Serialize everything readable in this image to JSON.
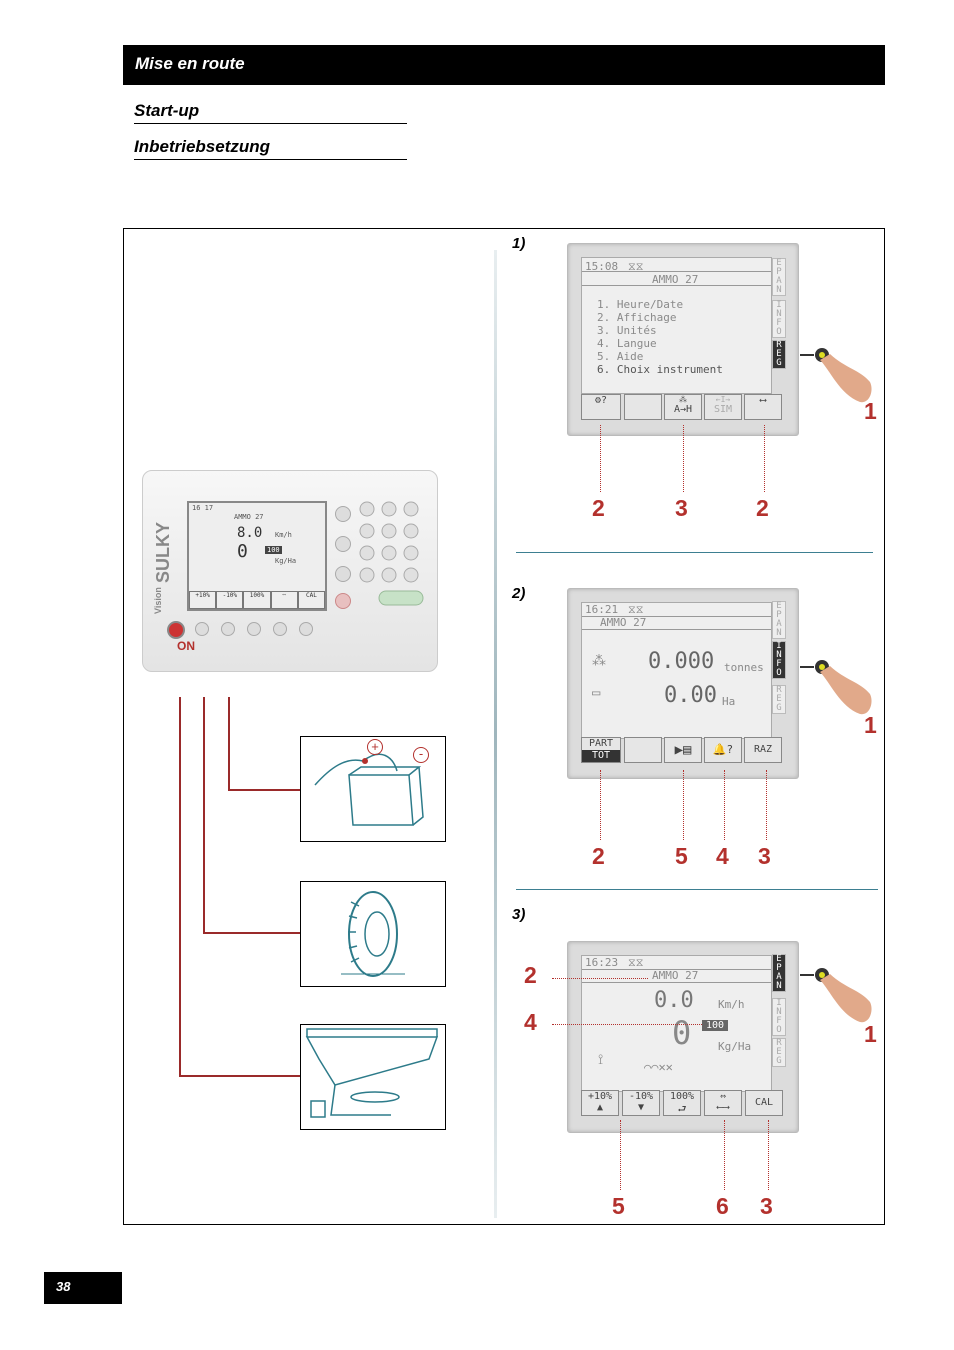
{
  "header": {
    "title": "Mise en route"
  },
  "subtitles": [
    "Start-up",
    "Inbetriebsetzung"
  ],
  "page_number": "38",
  "device": {
    "brand": "SULKY",
    "model": "Vision",
    "power_label": "ON",
    "screen": {
      "time": "16 17",
      "product": "AMMO 27",
      "speed": "8.0",
      "speed_unit": "Km/h",
      "rate": "0",
      "rate_set": "100",
      "rate_unit": "Kg/Ha",
      "softkeys": [
        "+10%",
        "-10%",
        "100%",
        "",
        "CAL"
      ]
    }
  },
  "steps": [
    {
      "label": "1)",
      "time": "15:08",
      "product": "AMMO 27",
      "tabs": [
        "EPAN",
        "INFO",
        "REG"
      ],
      "active_tab": "REG",
      "menu": [
        "1. Heure/Date",
        "2. Affichage",
        "3. Unités",
        "4. Langue",
        "5. Aide",
        "6. Choix instrument"
      ],
      "softkeys": [
        "",
        "",
        "A→H",
        "SIM",
        ""
      ],
      "callouts": [
        "2",
        "3",
        "2"
      ],
      "side_callout": "1"
    },
    {
      "label": "2)",
      "time": "16:21",
      "product": "AMMO 27",
      "tabs": [
        "EPAN",
        "INFO",
        "REG"
      ],
      "active_tab": "INFO",
      "value1": "0.000",
      "unit1": "tonnes",
      "value2": "0.00",
      "unit2": "Ha",
      "softkeys": [
        "PART",
        "TOT",
        "",
        "?",
        "RAZ"
      ],
      "callouts": [
        "2",
        "5",
        "4",
        "3"
      ],
      "side_callout": "1"
    },
    {
      "label": "3)",
      "time": "16:23",
      "product": "AMMO 27",
      "tabs": [
        "EPAN",
        "INFO",
        "REG"
      ],
      "active_tab": "EPAN",
      "speed": "0.0",
      "speed_unit": "Km/h",
      "rate": "0",
      "rate_set": "100",
      "rate_unit": "Kg/Ha",
      "softkeys": [
        "+10%",
        "-10%",
        "100%",
        "",
        "CAL"
      ],
      "left_callouts": [
        "2",
        "4"
      ],
      "callouts": [
        "5",
        "6",
        "3"
      ],
      "side_callout": "1"
    }
  ],
  "connections": {
    "plus": "+",
    "minus": "-"
  },
  "colors": {
    "accent_red": "#b3312d",
    "divider_teal": "#3d7f91",
    "header_bg": "#000000"
  }
}
